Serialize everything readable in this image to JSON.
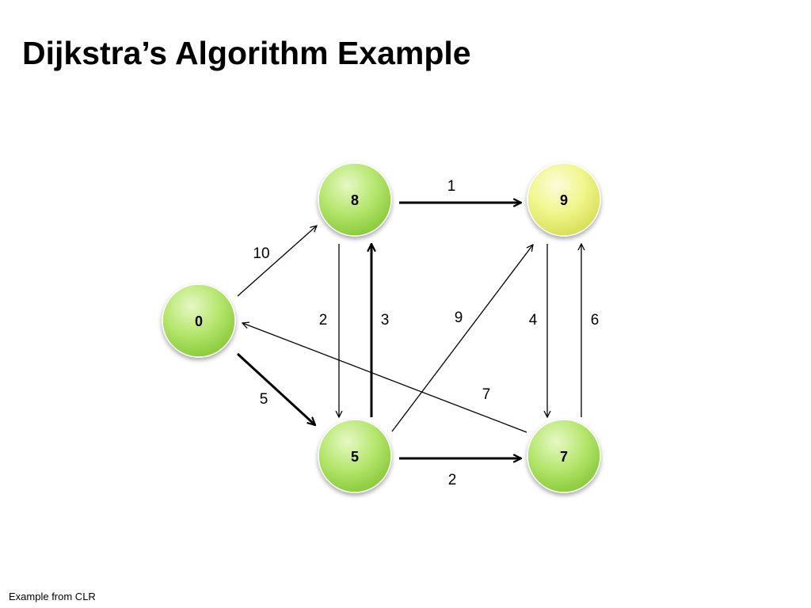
{
  "title": "Dijkstra’s Algorithm Example",
  "footer": "Example from CLR",
  "colors": {
    "node_green": "#a7df5a",
    "node_yellow": "#eef47a",
    "edge": "#000000"
  },
  "nodes": [
    {
      "id": "s",
      "label": "0",
      "color": "green"
    },
    {
      "id": "u",
      "label": "8",
      "color": "green"
    },
    {
      "id": "v",
      "label": "9",
      "color": "yellow"
    },
    {
      "id": "x",
      "label": "5",
      "color": "green"
    },
    {
      "id": "y",
      "label": "7",
      "color": "green"
    }
  ],
  "edges": [
    {
      "from": "s",
      "to": "u",
      "weight": "10",
      "bold": false
    },
    {
      "from": "s",
      "to": "x",
      "weight": "5",
      "bold": true
    },
    {
      "from": "u",
      "to": "v",
      "weight": "1",
      "bold": true
    },
    {
      "from": "u",
      "to": "x",
      "weight": "2",
      "bold": false
    },
    {
      "from": "x",
      "to": "u",
      "weight": "3",
      "bold": true
    },
    {
      "from": "x",
      "to": "v",
      "weight": "9",
      "bold": false
    },
    {
      "from": "x",
      "to": "y",
      "weight": "2",
      "bold": true
    },
    {
      "from": "v",
      "to": "y",
      "weight": "4",
      "bold": false
    },
    {
      "from": "y",
      "to": "v",
      "weight": "6",
      "bold": false
    },
    {
      "from": "y",
      "to": "s",
      "weight": "7",
      "bold": false
    }
  ]
}
